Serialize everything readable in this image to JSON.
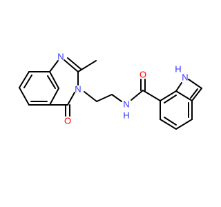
{
  "molecule": {
    "atoms": [
      {
        "id": "N_quin_1",
        "text": "N",
        "color": "#3333ff"
      },
      {
        "id": "N_quin_3",
        "text": "N",
        "color": "#3333ff"
      },
      {
        "id": "O_keto",
        "text": "O",
        "color": "#ff0000"
      },
      {
        "id": "N_amide",
        "text": "N",
        "color": "#3333ff"
      },
      {
        "id": "H_amide",
        "text": "H",
        "color": "#3333ff"
      },
      {
        "id": "O_amide",
        "text": "O",
        "color": "#ff0000"
      },
      {
        "id": "N_indole",
        "text": "N",
        "color": "#3333ff"
      },
      {
        "id": "H_indole",
        "text": "H",
        "color": "#3333ff"
      }
    ],
    "bond_color": "#000000",
    "background": "#ffffff"
  }
}
